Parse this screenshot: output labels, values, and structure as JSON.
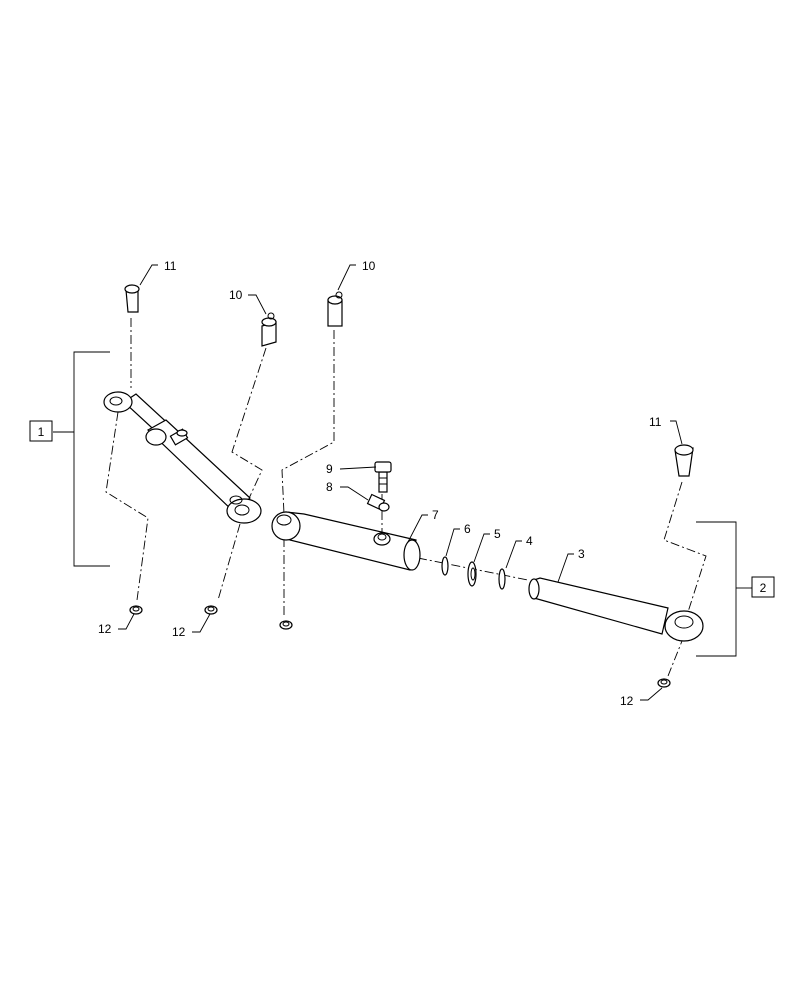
{
  "callouts": {
    "c1": "1",
    "c2": "2",
    "c3": "3",
    "c4": "4",
    "c5": "5",
    "c6": "6",
    "c7": "7",
    "c8": "8",
    "c9": "9",
    "c10a": "10",
    "c10b": "10",
    "c11a": "11",
    "c11b": "11",
    "c12a": "12",
    "c12b": "12",
    "c12c": "12"
  }
}
